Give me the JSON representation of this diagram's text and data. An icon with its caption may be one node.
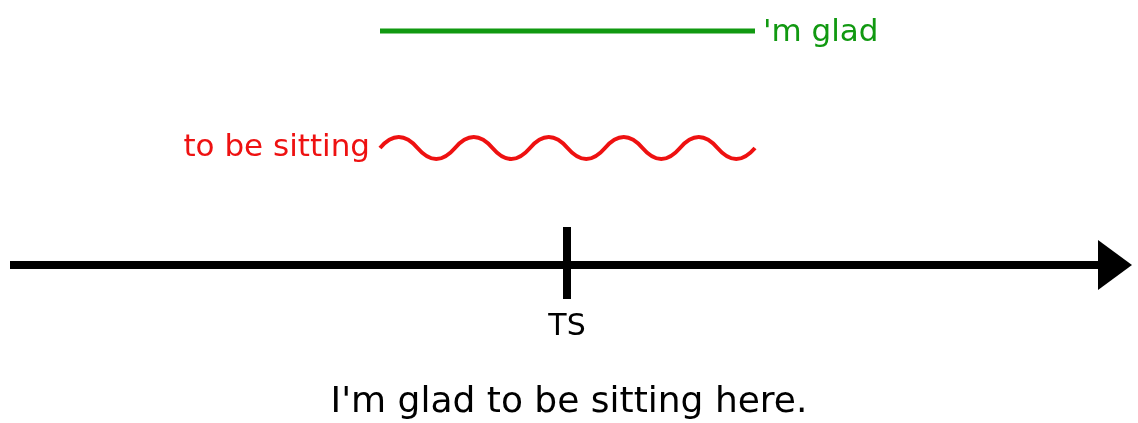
{
  "diagram": {
    "caption": "I'm glad to be sitting here.",
    "labels": [
      "'m glad",
      "to be sitting",
      "TS"
    ]
  }
}
